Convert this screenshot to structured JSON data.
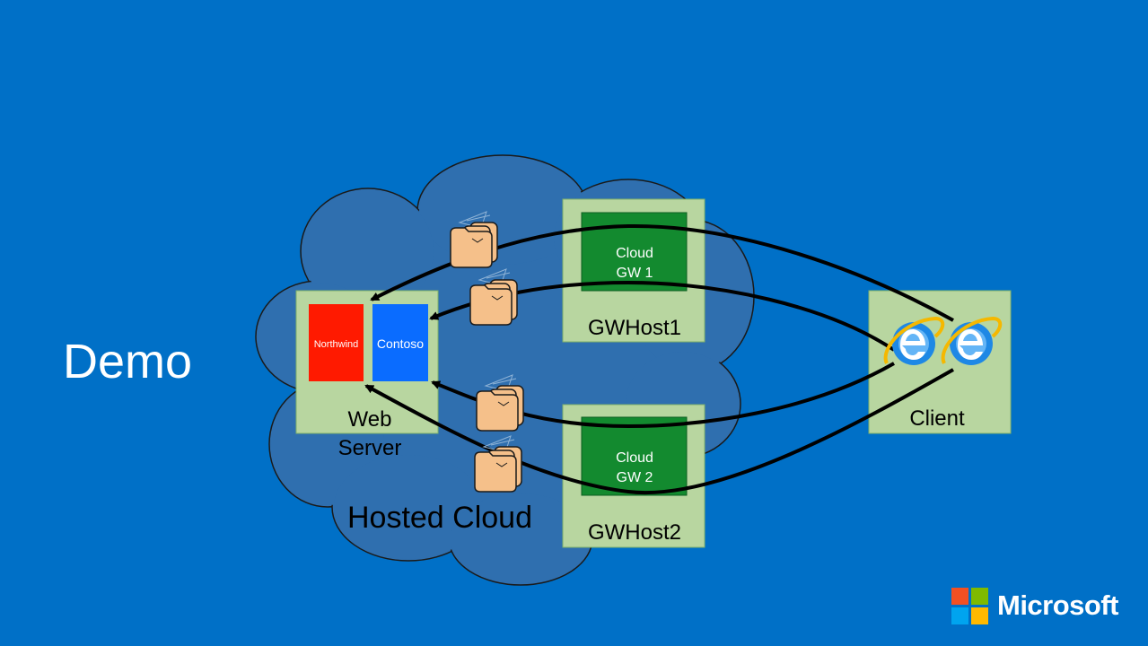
{
  "slide": {
    "title": "Demo"
  },
  "diagram": {
    "cloud_label": "Hosted Cloud",
    "web_server": {
      "label_line1": "Web",
      "label_line2": "Server",
      "sites": [
        "Northwind",
        "Contoso"
      ]
    },
    "gwhost1": {
      "label": "GWHost1",
      "gw_line1": "Cloud",
      "gw_line2": "GW 1"
    },
    "gwhost2": {
      "label": "GWHost2",
      "gw_line1": "Cloud",
      "gw_line2": "GW 2"
    },
    "client": {
      "label": "Client",
      "icons": [
        "internet-explorer-icon",
        "internet-explorer-icon"
      ]
    },
    "connections": [
      {
        "from": "client-browser-right",
        "via": "GWHost1",
        "to": "Northwind"
      },
      {
        "from": "client-browser-left",
        "via": "GWHost1",
        "to": "Contoso"
      },
      {
        "from": "client-browser-left",
        "via": "GWHost2",
        "to": "Contoso"
      },
      {
        "from": "client-browser-right",
        "via": "GWHost2",
        "to": "Northwind"
      }
    ],
    "packet_icon": "folder-packet-icon"
  },
  "colors": {
    "background": "#0070c7",
    "cloud": "#2f6faf",
    "box": "#b8d6a0",
    "gateway": "#138a2f",
    "northwind": "#ff1a00",
    "contoso": "#0a6cff",
    "folder": "#f5c08a"
  },
  "brand": {
    "name": "Microsoft",
    "logo_colors": [
      "#f25022",
      "#7fba00",
      "#00a4ef",
      "#ffb900"
    ]
  }
}
